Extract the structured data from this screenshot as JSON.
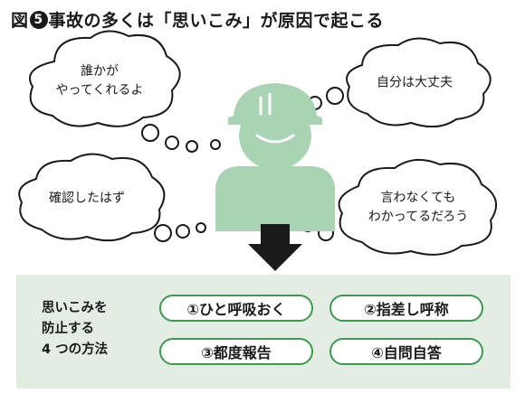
{
  "figure": {
    "title_prefix": "図",
    "title_number": "5",
    "title_main": "事故の多くは「思いこみ」が原因で起こる"
  },
  "thoughts": [
    "誰かが\nやってくれるよ",
    "自分は大丈夫",
    "確認したはず",
    "言わなくても\nわかってるだろう"
  ],
  "panel": {
    "label": "思いこみを\n防止する\n4 つの方法",
    "methods": [
      "①ひと呼吸おく",
      "②指差し呼称",
      "③都度報告",
      "④自問自答"
    ]
  },
  "colors": {
    "figure_green": "#a9d4b4",
    "panel_bg": "#e3ede4",
    "button_border": "#3a9a4e"
  }
}
